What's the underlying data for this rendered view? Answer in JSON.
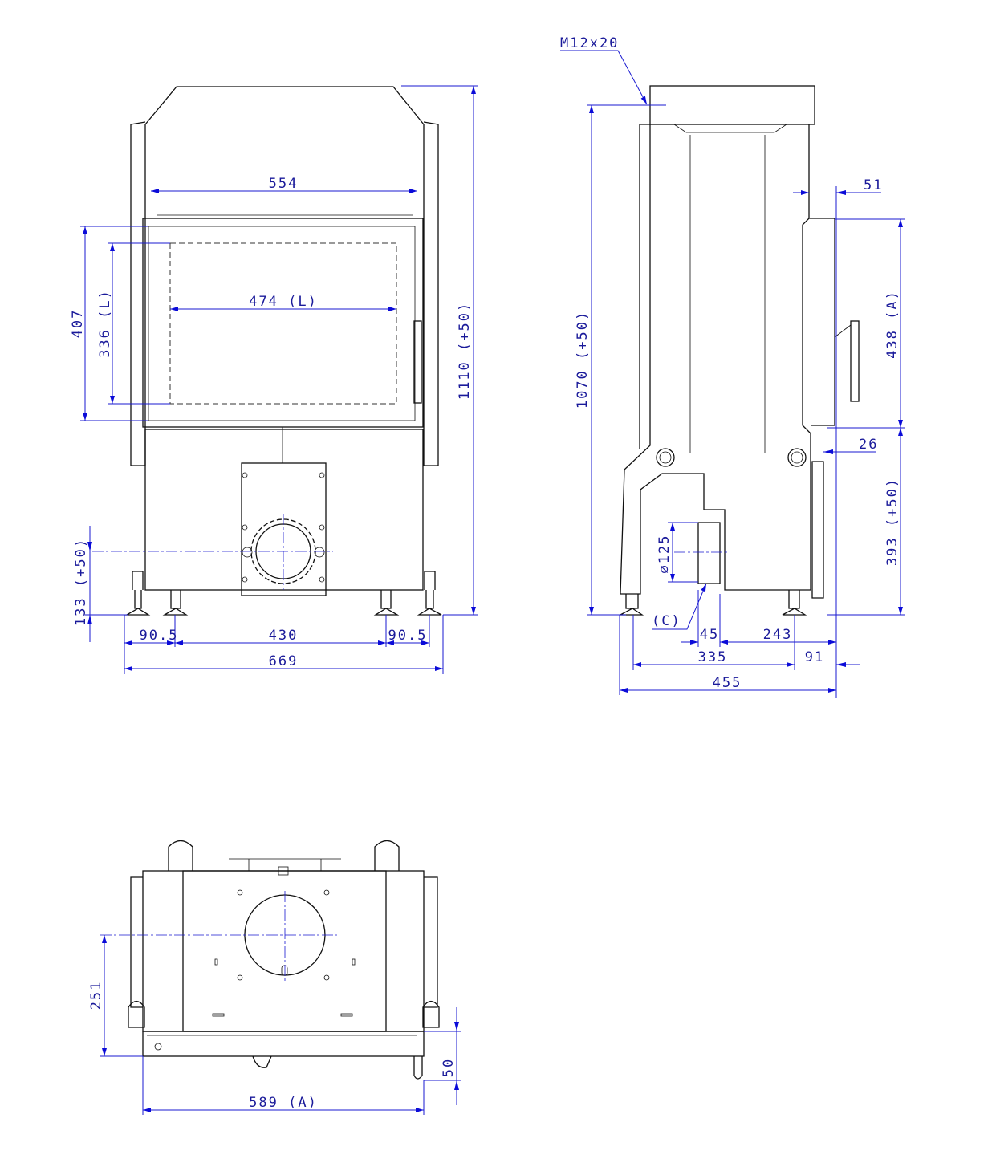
{
  "front_view": {
    "width_top": "554",
    "glass_width": "474 (L)",
    "opening_height": "407",
    "glass_height": "336 (L)",
    "total_height": "1110 (+50)",
    "flue_height": "133 (+50)",
    "foot_offset_left": "90.5",
    "foot_span": "430",
    "foot_offset_right": "90.5",
    "total_width": "669"
  },
  "side_view": {
    "thread": "M12x20",
    "total_height": "1070 (+50)",
    "door_offset": "51",
    "door_height": "438 (A)",
    "gap": "26",
    "base_height": "393 (+50)",
    "flue_diameter": "∅125",
    "flue_label": "(C)",
    "dim_45": "45",
    "dim_243": "243",
    "dim_335": "335",
    "dim_91": "91",
    "total_depth": "455"
  },
  "plan_view": {
    "flue_offset": "251",
    "door_protrusion": "50",
    "width": "589 (A)"
  }
}
